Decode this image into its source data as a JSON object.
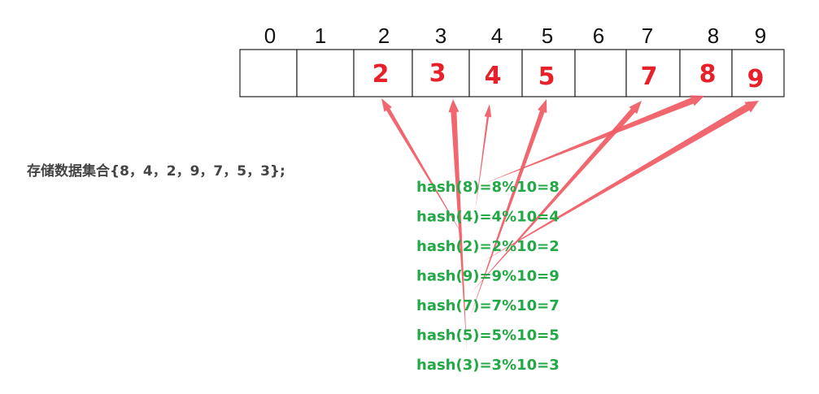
{
  "colors": {
    "value_red": "#e8202a",
    "arrow_red": "#f05a64",
    "formula_green": "#22a845",
    "dataset_text": "#444444"
  },
  "dataset": {
    "text": "存储数据集合{8，4，2，9，7，5，3};"
  },
  "table": {
    "indices": [
      "0",
      "1",
      "2",
      "3",
      "4",
      "5",
      "6",
      "7",
      "8",
      "9"
    ],
    "cells": [
      "",
      "",
      "2",
      "3",
      "4",
      "5",
      "",
      "7",
      "8",
      "9"
    ]
  },
  "formulas": [
    {
      "text": "hash(8)=8%10=8",
      "target": 8
    },
    {
      "text": "hash(4)=4%10=4",
      "target": 4
    },
    {
      "text": "hash(2)=2%10=2",
      "target": 2
    },
    {
      "text": "hash(9)=9%10=9",
      "target": 9
    },
    {
      "text": "hash(7)=7%10=7",
      "target": 7
    },
    {
      "text": "hash(5)=5%10=5",
      "target": 5
    },
    {
      "text": "hash(3)=3%10=3",
      "target": 3
    }
  ]
}
